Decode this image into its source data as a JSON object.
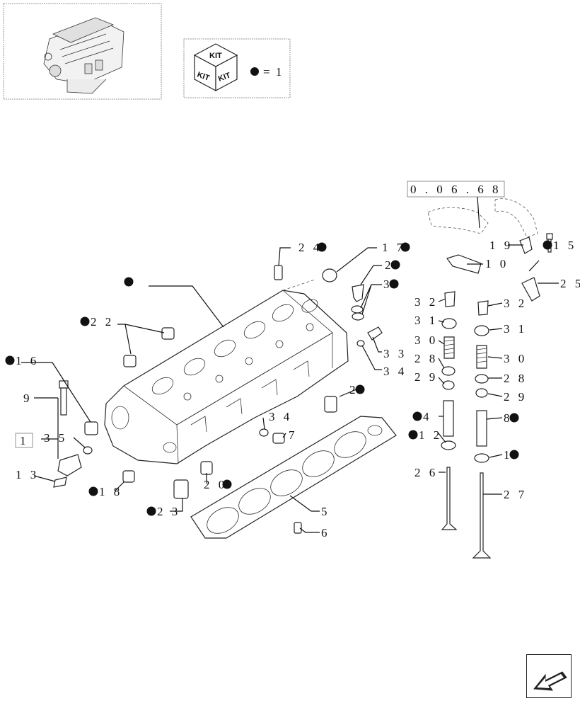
{
  "legend": {
    "kit_words": [
      "KIT",
      "KIT",
      "KIT"
    ],
    "equals_text": "= 1"
  },
  "ref_code": "0 . 0 6 . 6 8",
  "assembly_box_label": "1",
  "callouts": [
    {
      "id": "c-24",
      "text": "2 4",
      "kit": true
    },
    {
      "id": "c-17",
      "text": "1 7",
      "kit": true
    },
    {
      "id": "c-2a",
      "text": "2",
      "kit": true
    },
    {
      "id": "c-3",
      "text": "3",
      "kit": true
    },
    {
      "id": "c-head",
      "text": "",
      "kit": true
    },
    {
      "id": "c-22",
      "text": "2 2",
      "kit": true
    },
    {
      "id": "c-16",
      "text": "1 6",
      "kit": true
    },
    {
      "id": "c-33",
      "text": "3 3",
      "kit": false
    },
    {
      "id": "c-34a",
      "text": "3 4",
      "kit": false
    },
    {
      "id": "c-9",
      "text": "9",
      "kit": false
    },
    {
      "id": "c-2b",
      "text": "2",
      "kit": true
    },
    {
      "id": "c-34b",
      "text": "3 4",
      "kit": false
    },
    {
      "id": "c-7",
      "text": "7",
      "kit": false
    },
    {
      "id": "c-35",
      "text": "3 5",
      "kit": false
    },
    {
      "id": "c-13",
      "text": "1 3",
      "kit": false
    },
    {
      "id": "c-18",
      "text": "1 8",
      "kit": true
    },
    {
      "id": "c-20",
      "text": "2 0",
      "kit": true
    },
    {
      "id": "c-23",
      "text": "2 3",
      "kit": true
    },
    {
      "id": "c-5",
      "text": "5",
      "kit": false
    },
    {
      "id": "c-6",
      "text": "6",
      "kit": false
    },
    {
      "id": "c-19",
      "text": "1 9",
      "kit": false
    },
    {
      "id": "c-15",
      "text": "1 5",
      "kit": true
    },
    {
      "id": "c-10",
      "text": "1 0",
      "kit": false
    },
    {
      "id": "c-25",
      "text": "2 5",
      "kit": false
    },
    {
      "id": "c-32a",
      "text": "3 2",
      "kit": false
    },
    {
      "id": "c-32b",
      "text": "3 2",
      "kit": false
    },
    {
      "id": "c-31a",
      "text": "3 1",
      "kit": false
    },
    {
      "id": "c-31b",
      "text": "3 1",
      "kit": false
    },
    {
      "id": "c-30a",
      "text": "3 0",
      "kit": false
    },
    {
      "id": "c-30b",
      "text": "3 0",
      "kit": false
    },
    {
      "id": "c-28a",
      "text": "2 8",
      "kit": false
    },
    {
      "id": "c-28b",
      "text": "2 8",
      "kit": false
    },
    {
      "id": "c-29a",
      "text": "2 9",
      "kit": false
    },
    {
      "id": "c-29b",
      "text": "2 9",
      "kit": false
    },
    {
      "id": "c-4",
      "text": "4",
      "kit": true
    },
    {
      "id": "c-8",
      "text": "8",
      "kit": true
    },
    {
      "id": "c-12",
      "text": "1 2",
      "kit": true
    },
    {
      "id": "c-14",
      "text": "1",
      "kit": true
    },
    {
      "id": "c-26",
      "text": "2 6",
      "kit": false
    },
    {
      "id": "c-27",
      "text": "2 7",
      "kit": false
    }
  ]
}
